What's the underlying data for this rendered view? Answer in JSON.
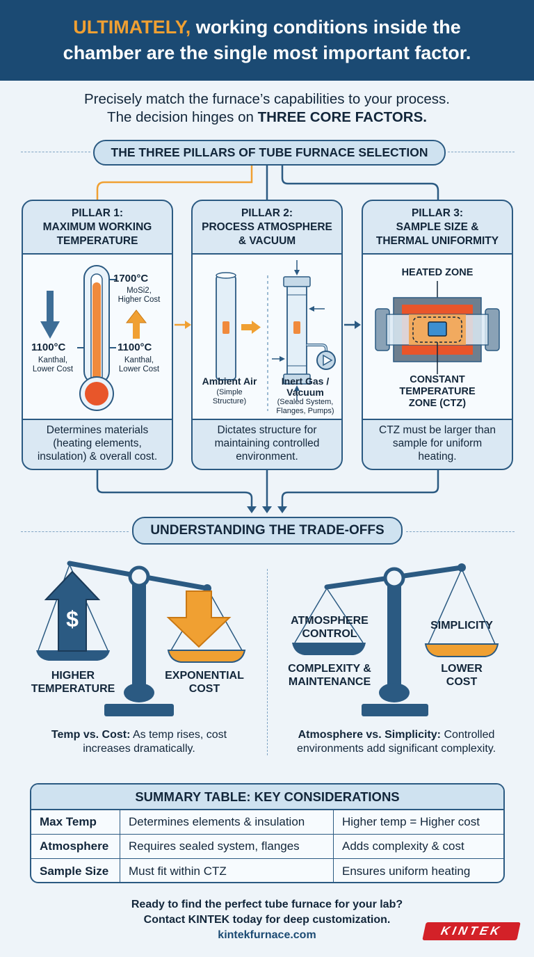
{
  "header": {
    "accent": "ULTIMATELY,",
    "line1_rest": " working conditions inside the",
    "line2": "chamber are the single most important factor."
  },
  "intro": {
    "line1": "Precisely match the furnace’s capabilities to your process.",
    "line2_prefix": "The decision hinges on ",
    "line2_bold": "THREE CORE FACTORS."
  },
  "pillars_title": "THE THREE PILLARS OF TUBE FURNACE SELECTION",
  "pillars": [
    {
      "title1": "PILLAR 1:",
      "title2": "MAXIMUM WORKING",
      "title3": "TEMPERATURE",
      "high_temp": "1700°C",
      "high_note1": "MoSi2,",
      "high_note2": "Higher Cost",
      "left_temp": "1100°C",
      "left_note1": "Kanthal,",
      "left_note2": "Lower Cost",
      "right_temp": "1100°C",
      "right_note1": "Kanthal,",
      "right_note2": "Lower Cost",
      "foot1": "Determines materials",
      "foot2": "(heating elements,",
      "foot3": "insulation) & overall cost."
    },
    {
      "title1": "PILLAR 2:",
      "title2": "PROCESS ATMOSPHERE",
      "title3": "& VACUUM",
      "left_label": "Ambient Air",
      "left_sub1": "(Simple",
      "left_sub2": "Structure)",
      "right_label1": "Inert Gas /",
      "right_label2": "Vacuum",
      "right_sub1": "(Sealed System,",
      "right_sub2": "Flanges, Pumps)",
      "foot1": "Dictates structure for",
      "foot2": "maintaining controlled",
      "foot3": "environment."
    },
    {
      "title1": "PILLAR 3:",
      "title2": "SAMPLE SIZE &",
      "title3": "THERMAL UNIFORMITY",
      "heated": "HEATED ZONE",
      "ctz1": "CONSTANT",
      "ctz2": "TEMPERATURE",
      "ctz3": "ZONE (CTZ)",
      "foot1": "CTZ must be larger than",
      "foot2": "sample for uniform",
      "foot3": "heating."
    }
  ],
  "tradeoffs": {
    "title": "UNDERSTANDING THE TRADE-OFFS",
    "left": {
      "pan_left1": "HIGHER",
      "pan_left2": "TEMPERATURE",
      "pan_right1": "EXPONENTIAL",
      "pan_right2": "COST",
      "dollar": "$",
      "cap_bold": "Temp vs. Cost:",
      "cap_rest1": " As temp rises, cost",
      "cap_rest2": "increases dramatically."
    },
    "right": {
      "pan_left1": "ATMOSPHERE",
      "pan_left2": "CONTROL",
      "below_left1": "COMPLEXITY &",
      "below_left2": "MAINTENANCE",
      "pan_right": "SIMPLICITY",
      "below_right1": "LOWER",
      "below_right2": "COST",
      "cap_bold": "Atmosphere vs. Simplicity:",
      "cap_rest1": " Controlled",
      "cap_rest2": "environments add significant complexity."
    }
  },
  "summary": {
    "title": "SUMMARY TABLE: KEY CONSIDERATIONS",
    "rows": [
      [
        "Max Temp",
        "Determines elements & insulation",
        "Higher temp = Higher cost"
      ],
      [
        "Atmosphere",
        "Requires sealed system, flanges",
        "Adds complexity & cost"
      ],
      [
        "Sample Size",
        "Must fit within CTZ",
        "Ensures uniform heating"
      ]
    ]
  },
  "cta": {
    "line1": "Ready to find the perfect tube furnace for your lab?",
    "line2": "Contact KINTEK today for deep customization.",
    "url": "kintekfurnace.com"
  },
  "logo": "KINTEK",
  "colors": {
    "navy": "#1b4a73",
    "accent_orange": "#f0a032",
    "card_fill": "#dae8f3",
    "line_blue": "#2b5a82",
    "logo_red": "#d32128"
  }
}
